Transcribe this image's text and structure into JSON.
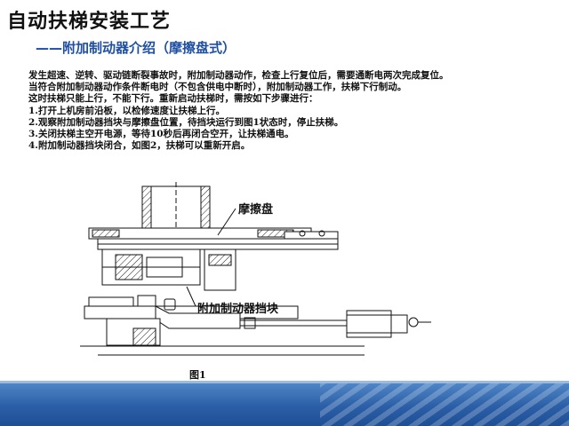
{
  "slide": {
    "title": "自动扶梯安装工艺",
    "subtitle": "——附加制动器介绍（摩擦盘式）",
    "paragraphs": [
      "发生超速、逆转、驱动链断裂事故时，附加制动器动作，检查上行复位后，需要通断电两次完成复位。",
      "当符合附加制动器动作条件断电时（不包含供电中断时），附加制动器工作，扶梯下行制动。",
      "这时扶梯只能上行，不能下行。重新启动扶梯时，需按如下步骤进行：",
      "1.打开上机房前沿板，以检修速度让扶梯上行。",
      "2.观察附加制动器挡块与摩擦盘位置，待挡块运行到图1状态时，停止扶梯。",
      "3.关闭扶梯主空开电源，等待10秒后再闭合空开，让扶梯通电。",
      "4.附加制动器挡块闭合，如图2，扶梯可以重新开启。"
    ]
  },
  "figure": {
    "label_friction_disc": "摩擦盘",
    "label_brake_block": "附加制动器挡块",
    "caption": "图1"
  },
  "colors": {
    "subtitle": "#1f4fa3",
    "footer": "#2a5ea6"
  }
}
